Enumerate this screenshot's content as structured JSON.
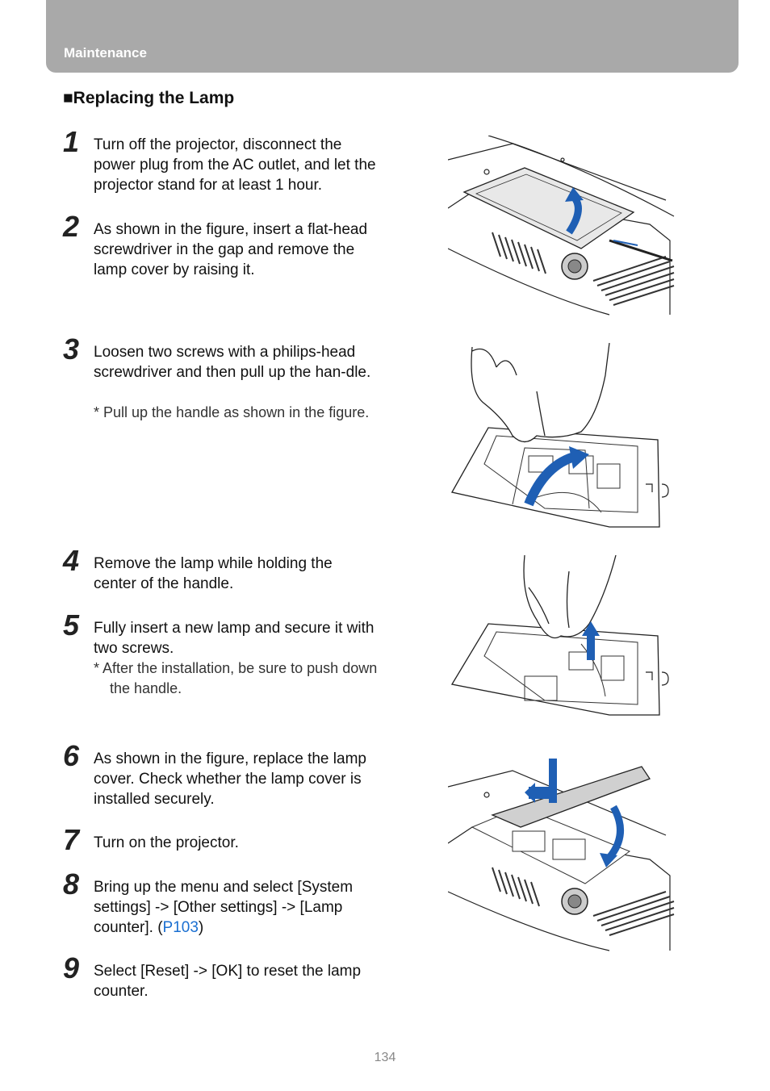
{
  "header": {
    "section": "Maintenance"
  },
  "title": "■Replacing the Lamp",
  "steps": [
    {
      "num": "1",
      "text": "Turn off the projector, disconnect the power plug from the AC outlet, and let the projector stand for at least 1 hour."
    },
    {
      "num": "2",
      "text": "As shown in the figure, insert a flat-head screwdriver in the gap and remove the lamp cover by raising it."
    },
    {
      "num": "3",
      "text": "Loosen two screws with a philips-head screwdriver and then pull up the han-dle.",
      "note": "*  Pull up the handle as shown in the figure."
    },
    {
      "num": "4",
      "text": "Remove the lamp while holding the center of the handle."
    },
    {
      "num": "5",
      "text": "Fully insert a new lamp and secure it with two screws.",
      "note": "*  After the installation, be sure to push down the handle."
    },
    {
      "num": "6",
      "text": "As shown in the figure, replace the lamp cover. Check whether the lamp cover is installed securely."
    },
    {
      "num": "7",
      "text": "Turn on the projector."
    },
    {
      "num": "8",
      "text_before": "Bring up the menu and select [System settings] -> [Other settings] -> [Lamp counter]. (",
      "link": "P103",
      "text_after": ")"
    },
    {
      "num": "9",
      "text": "Select [Reset] -> [OK] to reset the lamp counter."
    }
  ],
  "colors": {
    "header_bg": "#a9a9a9",
    "arrow_blue": "#1f5fb4",
    "link": "#1a6fd1"
  },
  "page_number": "134"
}
